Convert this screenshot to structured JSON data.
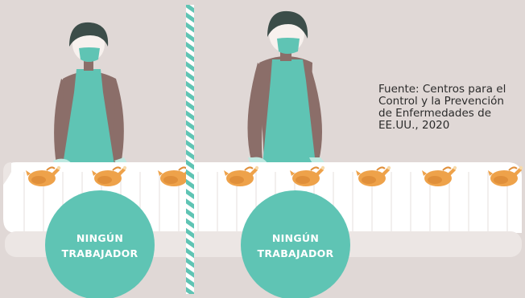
{
  "source_note": {
    "lines": [
      "Fuente: Centros para el",
      "Control y la Prevención",
      "de Enfermedades de",
      "EE.UU., 2020"
    ]
  },
  "zones": [
    {
      "label_lines": [
        "NINGÚN",
        "TRABAJADOR"
      ]
    },
    {
      "label_lines": [
        "NINGÚN",
        "TRABAJADOR"
      ]
    }
  ],
  "chicken_count": 8,
  "colors": {
    "background": "#e0d8d6",
    "belt": "#ffffff",
    "belt_shadow": "#ece6e4",
    "circle": "#5fc4b4",
    "apron": "#5fc4b4",
    "skin": "#8b6e69",
    "hair": "#3c4d49",
    "face": "#f7f1ee",
    "glove": "#bfe8e0",
    "chicken": "#eea24a",
    "divider": "#5fc4b4"
  }
}
